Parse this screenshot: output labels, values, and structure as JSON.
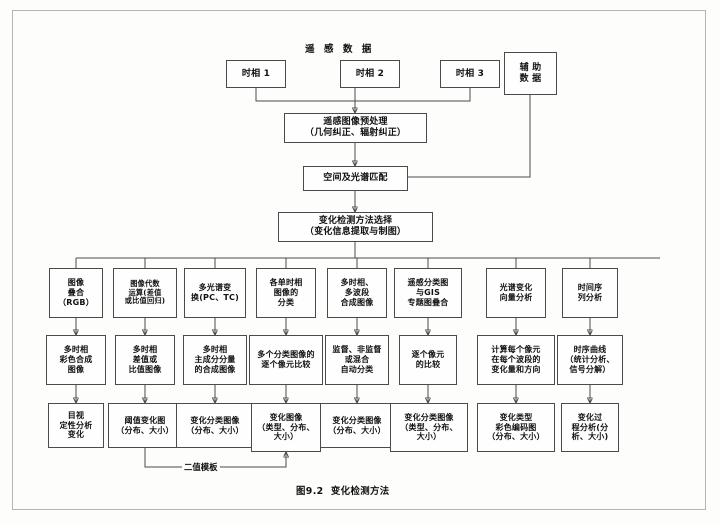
{
  "figure": {
    "header_title": "遥 感 数 据",
    "caption": "图9.2  变化检测方法",
    "edge_label_binary_template": "二值模板"
  },
  "sources": [
    {
      "id": "phase1",
      "label": "时相 1"
    },
    {
      "id": "phase2",
      "label": "时相 2"
    },
    {
      "id": "phase3",
      "label": "时相 3"
    },
    {
      "id": "aux",
      "label": "辅 助\n数 据"
    }
  ],
  "pipeline": [
    {
      "id": "preprocess",
      "label": "遥感图像预处理\n（几何纠正、辐射纠正）"
    },
    {
      "id": "matching",
      "label": "空间及光谱匹配"
    },
    {
      "id": "method_select",
      "label": "变化检测方法选择\n（变化信息提取与制图）"
    }
  ],
  "columns": [
    {
      "id": "col1",
      "method": "图像\n叠合\n（RGB）",
      "intermediate": "多时相\n彩色合成\n图像",
      "output": "目视\n定性分析\n变化"
    },
    {
      "id": "col2",
      "method": "图像代数\n运算(差值\n或比值回归)",
      "intermediate": "多时相\n差值或\n比值图像",
      "output": "阈值变化图\n（分布、大小）"
    },
    {
      "id": "col3",
      "method": "多光谱变\n换(PC、TC)",
      "intermediate": "多时相\n主成分分量\n的合成图像",
      "output": "变化分类图像\n（分布、大小）"
    },
    {
      "id": "col4",
      "method": "各单时相\n图像的\n分类",
      "intermediate": "多个分类图像的\n逐个像元比较",
      "output": "变化图像\n（类型、分布、\n大小）"
    },
    {
      "id": "col5",
      "method": "多时相、\n多波段\n合成图像",
      "intermediate": "监督、非监督\n或混合\n自动分类",
      "output": "变化分类图像\n（分布、大小）"
    },
    {
      "id": "col6",
      "method": "遥感分类图\n与GIS\n专题图叠合",
      "intermediate": "逐个像元\n的比较",
      "output": "变化分类图像\n（类型、分布、\n大小）"
    },
    {
      "id": "col7",
      "method": "光谱变化\n向量分析",
      "intermediate": "计算每个像元\n在每个波段的\n变化量和方向",
      "output": "变化类型\n彩色编码图\n（分布、大小）"
    },
    {
      "id": "col8",
      "method": "时间序\n列分析",
      "intermediate": "时序曲线\n（统计分析、\n信号分解）",
      "output": "变化过\n程分析(分\n析、大小)"
    }
  ]
}
